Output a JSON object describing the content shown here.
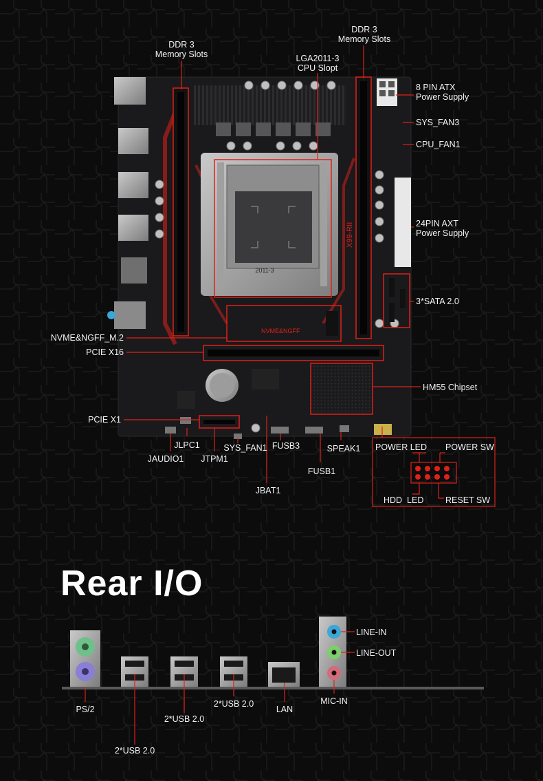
{
  "labels": {
    "ddr3_left": [
      "DDR 3",
      "Memory Slots"
    ],
    "ddr3_right": [
      "DDR 3",
      "Memory Slots"
    ],
    "cpu": [
      "LGA2011-3",
      "CPU Slopt"
    ],
    "atx8": [
      "8 PIN ATX",
      "Power Supply"
    ],
    "sys_fan3": "SYS_FAN3",
    "cpu_fan1": "CPU_FAN1",
    "atx24": [
      "24PIN AXT",
      "Power Supply"
    ],
    "sata": "3*SATA 2.0",
    "nvme": "NVME&NGFF_M.2",
    "pcie16": "PCIE X16",
    "chipset": "HM55 Chipset",
    "pcie1": "PCIE X1",
    "jlpc1": "JLPC1",
    "jaudio1": "JAUDIO1",
    "jtpm1": "JTPM1",
    "sys_fan1": "SYS_FAN1",
    "fusb3": "FUSB3",
    "speak1": "SPEAK1",
    "fusb1": "FUSB1",
    "jbat1": "JBAT1",
    "power_led": "POWER LED",
    "power_sw": "POWER SW",
    "hdd_led": "HDD  LED",
    "reset_sw": "RESET SW"
  },
  "board_silk": {
    "socket": "2011-3",
    "m2": "NVME&NGFF",
    "model": "X99-RII"
  },
  "rear_io": {
    "title": "Rear I/O",
    "ps2": "PS/2",
    "usb_a": "2*USB 2.0",
    "usb_b": "2*USB 2.0",
    "usb_c": "2*USB 2.0",
    "lan": "LAN",
    "line_in": "LINE-IN",
    "line_out": "LINE-OUT",
    "mic_in": "MIC-IN"
  },
  "colors": {
    "accent": "#e0201a",
    "board": "#1a1a1c",
    "line_in": "#3aa7d8",
    "line_out": "#7ccf6a",
    "mic_in": "#d46a7a",
    "ps2_mouse": "#6fc08a",
    "ps2_kbd": "#8a7fd6"
  }
}
